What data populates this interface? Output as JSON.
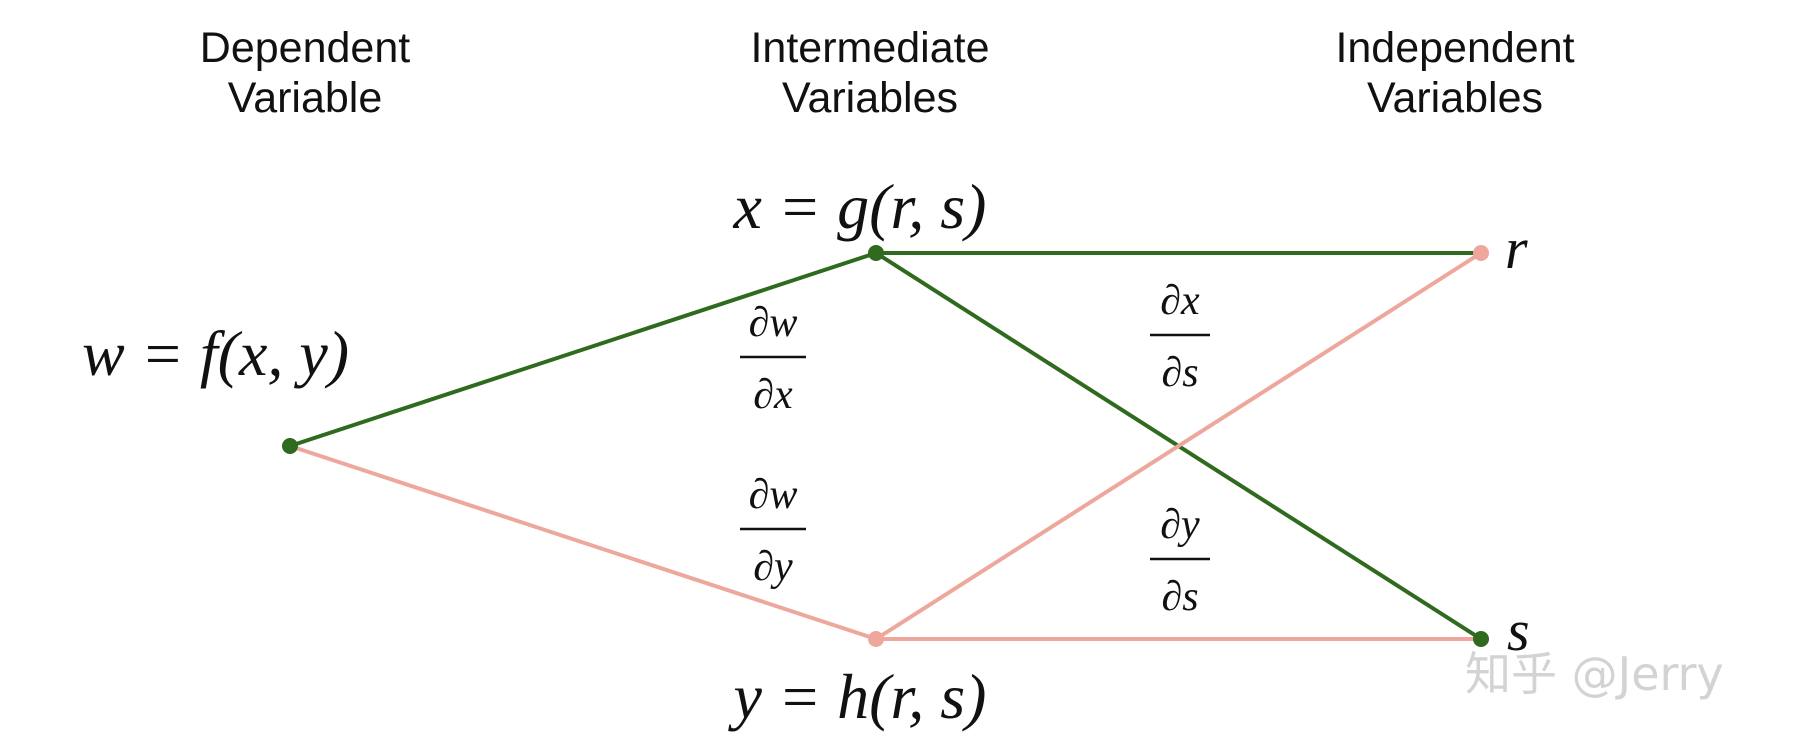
{
  "headings": {
    "dependent": [
      "Dependent",
      "Variable"
    ],
    "intermediate": [
      "Intermediate",
      "Variables"
    ],
    "independent": [
      "Independent",
      "Variables"
    ]
  },
  "nodes": {
    "w": "w = f(x, y)",
    "x": "x = g(r, s)",
    "y": "y = h(r, s)",
    "r": "r",
    "s": "s"
  },
  "derivatives": {
    "dw_dx": {
      "num": "∂w",
      "den": "∂x"
    },
    "dw_dy": {
      "num": "∂w",
      "den": "∂y"
    },
    "dx_ds": {
      "num": "∂x",
      "den": "∂s"
    },
    "dy_ds": {
      "num": "∂y",
      "den": "∂s"
    }
  },
  "colors": {
    "green": "#2f6a1f",
    "pink": "#eea79d",
    "text": "#111111",
    "watermark": "#d3d3d3"
  },
  "watermark": "知乎 @Jerry"
}
